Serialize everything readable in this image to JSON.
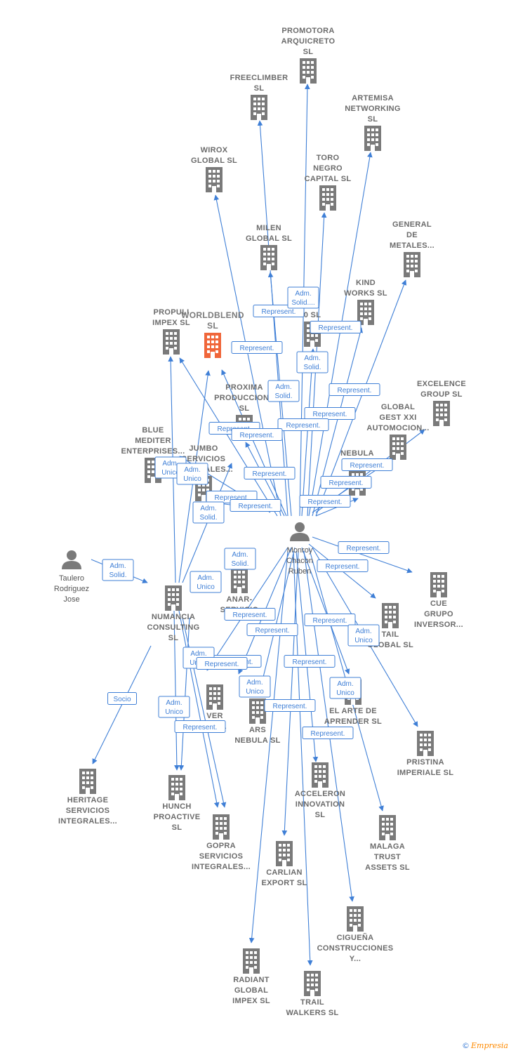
{
  "colors": {
    "edge": "#3f7fd6",
    "building": "#7a7a7a",
    "focus_building": "#f0663a",
    "person": "#7a7a7a"
  },
  "brand": {
    "copyright": "©",
    "name": "Empresia"
  },
  "people": [
    {
      "id": "monroy",
      "label": [
        "Monroy",
        "Chacon",
        "Ruben"
      ]
    },
    {
      "id": "taulero",
      "label": [
        "Taulero",
        "Rodriguez",
        "Jose"
      ]
    }
  ],
  "companies": [
    {
      "id": "promotora",
      "label": [
        "PROMOTORA",
        "ARQUICRETO",
        "SL"
      ]
    },
    {
      "id": "freeclimber",
      "label": [
        "FREECLIMBER",
        "SL"
      ]
    },
    {
      "id": "artemisa",
      "label": [
        "ARTEMISA",
        "NETWORKING",
        "SL"
      ]
    },
    {
      "id": "wirox",
      "label": [
        "WIROX",
        "GLOBAL  SL"
      ]
    },
    {
      "id": "toro",
      "label": [
        "TORO",
        "NEGRO",
        "CAPITAL  SL"
      ]
    },
    {
      "id": "general",
      "label": [
        "GENERAL",
        "DE",
        "METALES..."
      ]
    },
    {
      "id": "milen",
      "label": [
        "MILEN",
        "GLOBAL  SL"
      ]
    },
    {
      "id": "kind",
      "label": [
        "KIND",
        "WORKS  SL"
      ]
    },
    {
      "id": "mach",
      "label": [
        "CH",
        "0  SL"
      ]
    },
    {
      "id": "propuli",
      "label": [
        "PROPULI",
        "IMPEX  SL"
      ]
    },
    {
      "id": "worldblend",
      "label": [
        "WORLDBLEND",
        "SL"
      ],
      "focus": true
    },
    {
      "id": "proxima",
      "label": [
        "PROXIMA",
        "PRODUCCIONE",
        "SL"
      ]
    },
    {
      "id": "excelence",
      "label": [
        "EXCELENCE",
        "GROUP  SL"
      ]
    },
    {
      "id": "globalgest",
      "label": [
        "GLOBAL",
        "GEST XXI",
        "AUTOMOCION..."
      ]
    },
    {
      "id": "blue",
      "label": [
        "BLUE",
        "MEDITER",
        "ENTERPRISES..."
      ]
    },
    {
      "id": "jumbo",
      "label": [
        "JUMBO",
        "SERVICIOS",
        "INTEGRALES..."
      ]
    },
    {
      "id": "nebula",
      "label": [
        "NEBULA",
        "ASS"
      ]
    },
    {
      "id": "numancia",
      "label": [
        "NUMANCIA",
        "CONSULTING",
        "SL"
      ]
    },
    {
      "id": "anar",
      "label": [
        "ANAR-",
        "SERVICIO"
      ]
    },
    {
      "id": "cue",
      "label": [
        "CUE",
        "GRUPO",
        "INVERSOR..."
      ]
    },
    {
      "id": "retail",
      "label": [
        "TAIL",
        "GLOBAL  SL"
      ]
    },
    {
      "id": "over",
      "label": [
        "VER",
        "VE  SL"
      ]
    },
    {
      "id": "ars",
      "label": [
        "ARS",
        "NEBULA  SL"
      ]
    },
    {
      "id": "arte",
      "label": [
        "EL ARTE DE",
        "APRENDER  SL"
      ]
    },
    {
      "id": "pristina",
      "label": [
        "PRISTINA",
        "IMPERIALE  SL"
      ]
    },
    {
      "id": "heritage",
      "label": [
        "HERITAGE",
        "SERVICIOS",
        "INTEGRALES..."
      ]
    },
    {
      "id": "hunch",
      "label": [
        "HUNCH",
        "PROACTIVE",
        "SL"
      ]
    },
    {
      "id": "acceleron",
      "label": [
        "ACCELERON",
        "INNOVATION",
        "SL"
      ]
    },
    {
      "id": "gopra",
      "label": [
        "GOPRA",
        "SERVICIOS",
        "INTEGRALES..."
      ]
    },
    {
      "id": "malaga",
      "label": [
        "MALAGA",
        "TRUST",
        "ASSETS  SL"
      ]
    },
    {
      "id": "carlian",
      "label": [
        "CARLIAN",
        "EXPORT SL"
      ]
    },
    {
      "id": "ciguena",
      "label": [
        "CIGUEÑA",
        "CONSTRUCCIONES",
        "Y..."
      ]
    },
    {
      "id": "radiant",
      "label": [
        "RADIANT",
        "GLOBAL",
        "IMPEX  SL"
      ]
    },
    {
      "id": "trail",
      "label": [
        "TRAIL",
        "WALKERS  SL"
      ]
    }
  ],
  "relations": [
    {
      "id": "r1",
      "lines": [
        "Represent."
      ]
    },
    {
      "id": "r2",
      "lines": [
        "Adm.",
        "Solid...."
      ]
    },
    {
      "id": "r3",
      "lines": [
        "Represent."
      ]
    },
    {
      "id": "r4",
      "lines": [
        "Represent."
      ]
    },
    {
      "id": "r5",
      "lines": [
        "Adm.",
        "Solid."
      ]
    },
    {
      "id": "r6",
      "lines": [
        "Adm.",
        "Solid."
      ]
    },
    {
      "id": "r7",
      "lines": [
        "Represent."
      ]
    },
    {
      "id": "r8",
      "lines": [
        "Represent."
      ]
    },
    {
      "id": "r9",
      "lines": [
        "Represent."
      ]
    },
    {
      "id": "r10",
      "lines": [
        "Represent."
      ]
    },
    {
      "id": "r11",
      "lines": [
        "Represent."
      ]
    },
    {
      "id": "r12",
      "lines": [
        "Adm.",
        "Unico"
      ]
    },
    {
      "id": "r13",
      "lines": [
        "Adm.",
        "Unico"
      ]
    },
    {
      "id": "r14",
      "lines": [
        "Represent."
      ]
    },
    {
      "id": "r15",
      "lines": [
        "Represent."
      ]
    },
    {
      "id": "r16",
      "lines": [
        "Represent."
      ]
    },
    {
      "id": "r17",
      "lines": [
        "Represent."
      ]
    },
    {
      "id": "r18",
      "lines": [
        "Adm.",
        "Solid."
      ]
    },
    {
      "id": "r19",
      "lines": [
        "Represent."
      ]
    },
    {
      "id": "r20",
      "lines": [
        "Represent."
      ]
    },
    {
      "id": "r21",
      "lines": [
        "Represent."
      ]
    },
    {
      "id": "r22",
      "lines": [
        "Adm.",
        "Solid."
      ]
    },
    {
      "id": "r23",
      "lines": [
        "Adm.",
        "Solid."
      ]
    },
    {
      "id": "r24",
      "lines": [
        "Adm.",
        "Unico"
      ]
    },
    {
      "id": "r25",
      "lines": [
        "Represent."
      ]
    },
    {
      "id": "r26",
      "lines": [
        "Represent."
      ]
    },
    {
      "id": "r27",
      "lines": [
        "Represent."
      ]
    },
    {
      "id": "r28",
      "lines": [
        "Represent."
      ]
    },
    {
      "id": "r29",
      "lines": [
        "Adm.",
        "Unico"
      ]
    },
    {
      "id": "r30",
      "lines": [
        "Represent."
      ]
    },
    {
      "id": "r31",
      "lines": [
        "Adm.",
        "Unico"
      ]
    },
    {
      "id": "r32",
      "lines": [
        "Represent."
      ]
    },
    {
      "id": "r33",
      "lines": [
        "Represent."
      ]
    },
    {
      "id": "r34",
      "lines": [
        "Socio"
      ]
    },
    {
      "id": "r35",
      "lines": [
        "Adm.",
        "Unico"
      ]
    },
    {
      "id": "r36",
      "lines": [
        "Adm.",
        "Unico"
      ]
    },
    {
      "id": "r37",
      "lines": [
        "Adm.",
        "Unico"
      ]
    },
    {
      "id": "r38",
      "lines": [
        "Represent."
      ]
    },
    {
      "id": "r39",
      "lines": [
        "Represent."
      ]
    },
    {
      "id": "r40",
      "lines": [
        "Represent."
      ]
    }
  ]
}
